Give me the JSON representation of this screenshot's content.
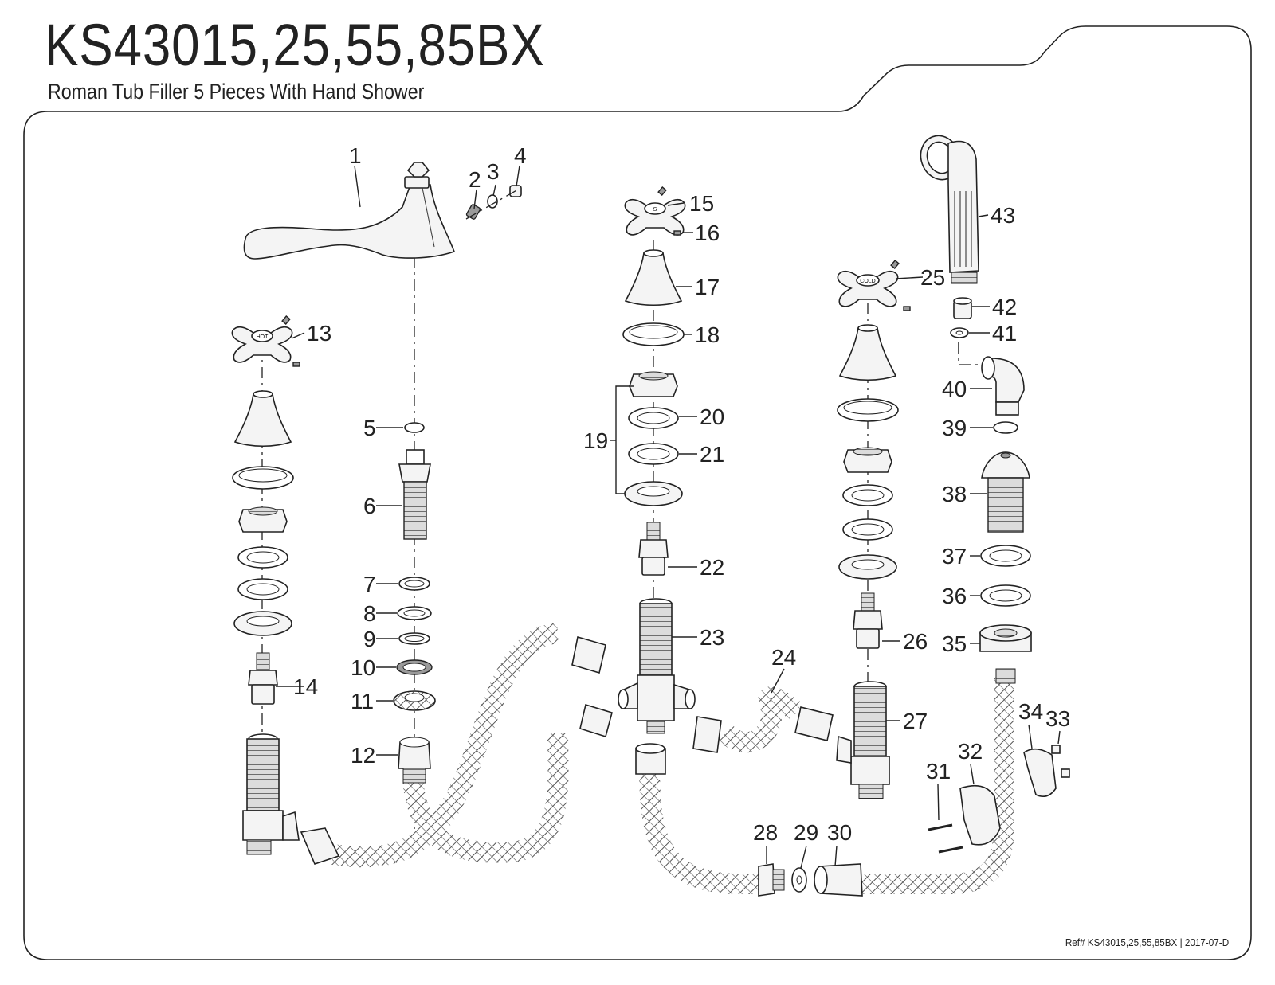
{
  "header": {
    "model": "KS43015,25,55,85BX",
    "description": "Roman Tub Filler 5 Pieces With Hand Shower"
  },
  "footer": {
    "reference": "Ref# KS43015,25,55,85BX | 2017-07-D"
  },
  "callouts": {
    "c1": "1",
    "c2": "2",
    "c3": "3",
    "c4": "4",
    "c5": "5",
    "c6": "6",
    "c7": "7",
    "c8": "8",
    "c9": "9",
    "c10": "10",
    "c11": "11",
    "c12": "12",
    "c13": "13",
    "c14": "14",
    "c15": "15",
    "c16": "16",
    "c17": "17",
    "c18": "18",
    "c19": "19",
    "c20": "20",
    "c21": "21",
    "c22": "22",
    "c23": "23",
    "c24": "24",
    "c25": "25",
    "c26": "26",
    "c27": "27",
    "c28": "28",
    "c29": "29",
    "c30": "30",
    "c31": "31",
    "c32": "32",
    "c33": "33",
    "c34": "34",
    "c35": "35",
    "c36": "36",
    "c37": "37",
    "c38": "38",
    "c39": "39",
    "c40": "40",
    "c41": "41",
    "c42": "42",
    "c43": "43"
  },
  "handle_labels": {
    "hot": "HOT",
    "cold": "COLD",
    "shower": "S"
  }
}
